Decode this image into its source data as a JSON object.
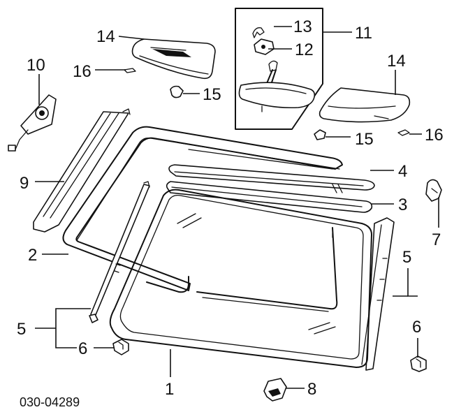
{
  "diagram": {
    "part_code": "030-04289",
    "callouts": {
      "c1": "1",
      "c2": "2",
      "c3": "3",
      "c4": "4",
      "c5a": "5",
      "c5b": "5",
      "c6a": "6",
      "c6b": "6",
      "c7": "7",
      "c8": "8",
      "c9": "9",
      "c10": "10",
      "c11": "11",
      "c12": "12",
      "c13": "13",
      "c14a": "14",
      "c14b": "14",
      "c15a": "15",
      "c15b": "15",
      "c16a": "16",
      "c16b": "16"
    }
  }
}
